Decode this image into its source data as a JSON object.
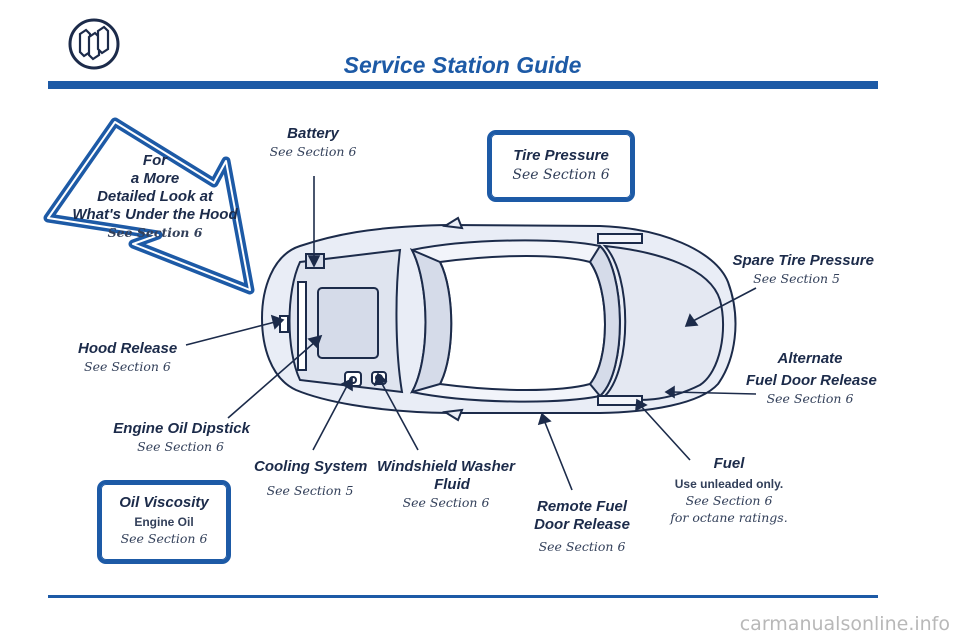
{
  "header": {
    "title": "Service Station Guide"
  },
  "arrow_callout": {
    "line1": "For",
    "line2": "a More",
    "line3": "Detailed Look at",
    "line4": "What's Under the Hood",
    "ref": "See Section 6"
  },
  "battery": {
    "label": "Battery",
    "ref": "See Section 6"
  },
  "tire_pressure": {
    "label": "Tire Pressure",
    "ref": "See Section 6"
  },
  "spare_tire": {
    "label": "Spare Tire Pressure",
    "ref": "See Section 5"
  },
  "hood_release": {
    "label": "Hood Release",
    "ref": "See Section 6"
  },
  "alt_fuel_door": {
    "line1": "Alternate",
    "line2": "Fuel Door Release",
    "ref": "See Section 6"
  },
  "engine_oil_dipstick": {
    "label": "Engine Oil Dipstick",
    "ref": "See Section 6"
  },
  "cooling_system": {
    "label": "Cooling System",
    "ref": "See Section 5"
  },
  "washer_fluid": {
    "line1": "Windshield Washer",
    "line2": "Fluid",
    "ref": "See Section 6"
  },
  "remote_fuel_door": {
    "line1": "Remote Fuel",
    "line2": "Door Release",
    "ref": "See Section 6"
  },
  "fuel": {
    "label": "Fuel",
    "note": "Use unleaded only.",
    "ref": "See Section 6",
    "ref2": "for octane ratings."
  },
  "oil_viscosity": {
    "label": "Oil Viscosity",
    "note": "Engine Oil",
    "ref": "See Section 6"
  },
  "watermark": "carmanualsonline.info",
  "colors": {
    "accent": "#1d5aa6",
    "ink": "#1c2b4a",
    "car_fill": "#e9edf6"
  }
}
